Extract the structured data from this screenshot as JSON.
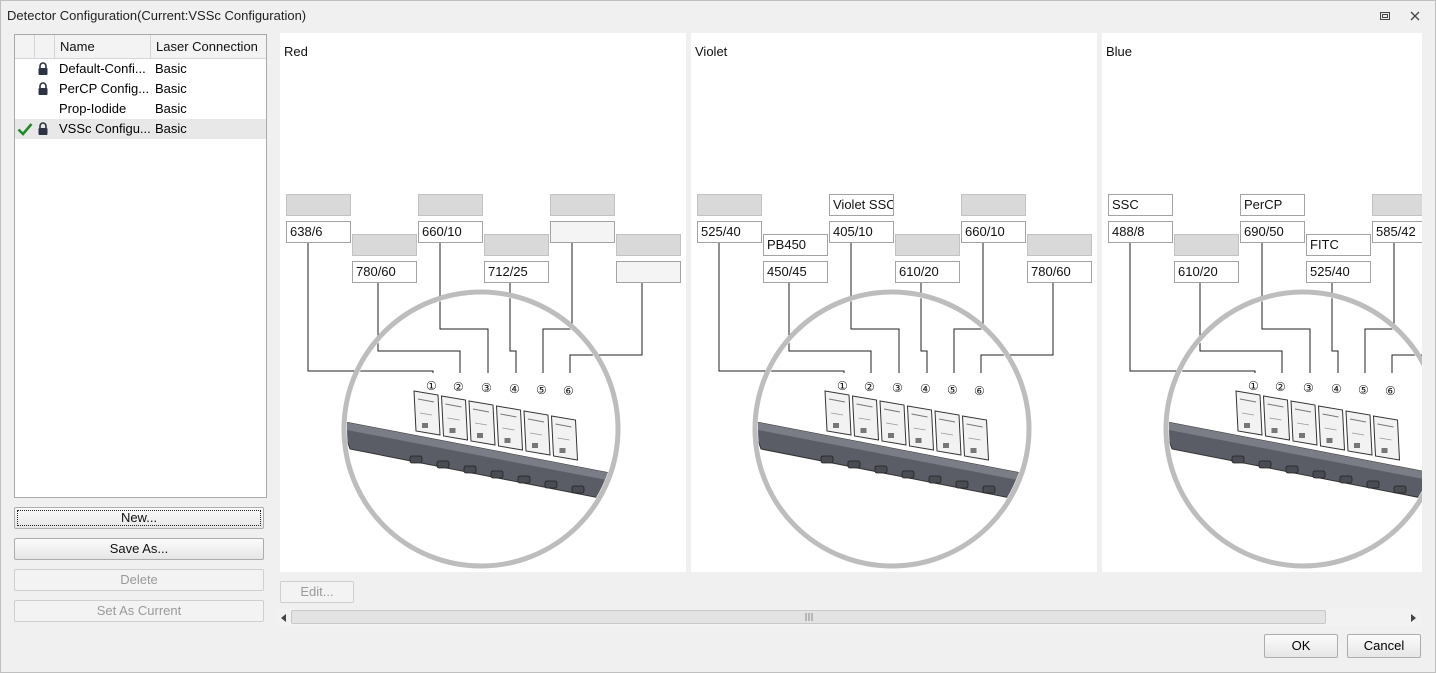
{
  "window": {
    "title": "Detector Configuration(Current:VSSc Configuration)"
  },
  "list": {
    "columns": [
      "Name",
      "Laser Connection"
    ],
    "rows": [
      {
        "name": "Default-Confi...",
        "laser": "Basic",
        "locked": true,
        "current": false
      },
      {
        "name": "PerCP Config...",
        "laser": "Basic",
        "locked": true,
        "current": false
      },
      {
        "name": "Prop-Iodide",
        "laser": "Basic",
        "locked": false,
        "current": false
      },
      {
        "name": "VSSc Configu...",
        "laser": "Basic",
        "locked": true,
        "current": true
      }
    ]
  },
  "buttons": {
    "new": "New...",
    "save_as": "Save As...",
    "delete": "Delete",
    "set_current": "Set As Current",
    "edit": "Edit...",
    "ok": "OK",
    "cancel": "Cancel"
  },
  "panels": [
    {
      "label": "Red",
      "channels": [
        {
          "top": "",
          "bottom": "638/6"
        },
        {
          "top": "",
          "bottom": "780/60"
        },
        {
          "top": "",
          "bottom": "660/10"
        },
        {
          "top": "",
          "bottom": "712/25"
        },
        {
          "top": "",
          "bottom": ""
        },
        {
          "top": "",
          "bottom": ""
        }
      ]
    },
    {
      "label": "Violet",
      "channels": [
        {
          "top": "",
          "bottom": "525/40"
        },
        {
          "top": "PB450",
          "bottom": "450/45"
        },
        {
          "top": "Violet SSC",
          "bottom": "405/10"
        },
        {
          "top": "",
          "bottom": "610/20"
        },
        {
          "top": "",
          "bottom": "660/10"
        },
        {
          "top": "",
          "bottom": "780/60"
        }
      ]
    },
    {
      "label": "Blue",
      "channels": [
        {
          "top": "SSC",
          "bottom": "488/8"
        },
        {
          "top": "",
          "bottom": "610/20"
        },
        {
          "top": "PerCP",
          "bottom": "690/50"
        },
        {
          "top": "FITC",
          "bottom": "525/40"
        },
        {
          "top": "",
          "bottom": "585/42"
        },
        {
          "top": "",
          "bottom": ""
        }
      ]
    }
  ],
  "icons": {
    "lock": "lock-icon",
    "check": "checkmark-icon",
    "restore": "restore-icon",
    "close": "close-icon"
  },
  "colors": {
    "check": "#1f8a2a",
    "panel_bg": "#ffffff",
    "dialog_bg": "#f0f0f0"
  }
}
